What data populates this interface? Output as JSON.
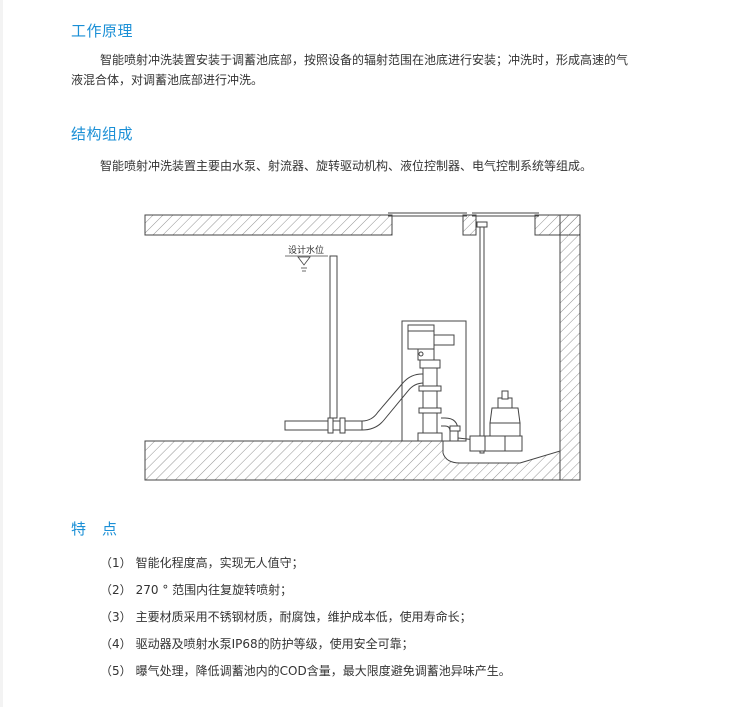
{
  "sections": {
    "principle": {
      "title": "工作原理",
      "line1": "智能喷射冲洗装置安装于调蓄池底部，按照设备的辐射范围在池底进行安装；冲洗时，形成高速的气",
      "line2": "液混合体，对调蓄池底部进行冲洗。"
    },
    "structure": {
      "title": "结构组成",
      "text": "智能喷射冲洗装置主要由水泵、射流器、旋转驱动机构、液位控制器、电气控制系统等组成。"
    },
    "diagram": {
      "water_level_label": "设计水位"
    },
    "features": {
      "title": "特　点",
      "items": [
        {
          "num": "（1）",
          "text": "智能化程度高，实现无人值守；"
        },
        {
          "num": "（2）",
          "text": "270 °  范围内往复旋转喷射；"
        },
        {
          "num": "（3）",
          "text": "主要材质采用不锈钢材质，耐腐蚀，维护成本低，使用寿命长；"
        },
        {
          "num": "（4）",
          "text": "驱动器及喷射水泵IP68的防护等级，使用安全可靠；"
        },
        {
          "num": "（5）",
          "text": "曝气处理，降低调蓄池内的COD含量，最大限度避免调蓄池异味产生。"
        }
      ]
    }
  },
  "colors": {
    "heading": "#1a8fd6",
    "text": "#333333",
    "line": "#555555"
  }
}
